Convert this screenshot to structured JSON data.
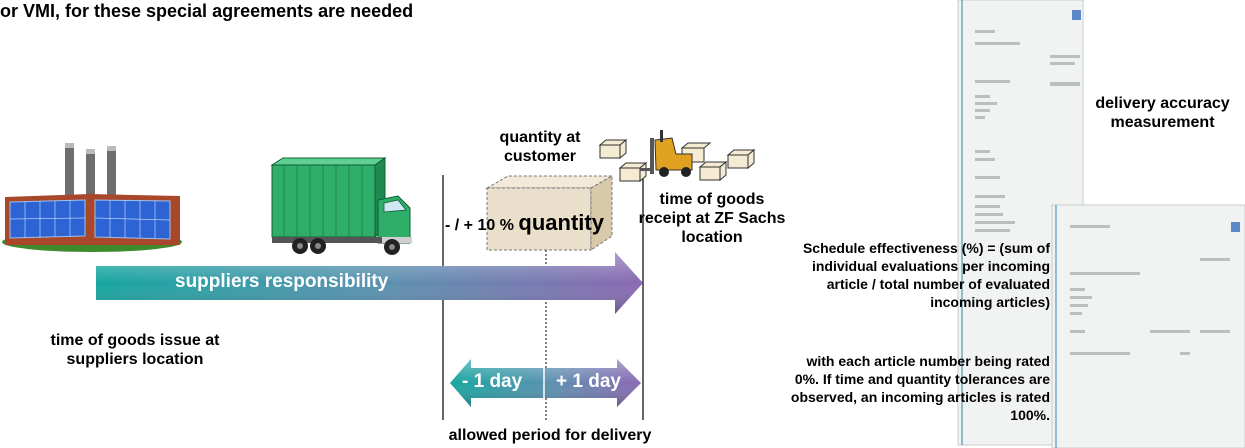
{
  "heading": "or VMI, for these special agreements are needed",
  "labels": {
    "quantity_at_customer": "quantity at customer",
    "time_goods_receipt": "time of goods receipt at ZF Sachs location",
    "time_goods_issue": "time of goods issue at suppliers location",
    "allowed_period": "allowed period for delivery",
    "delivery_accuracy": "delivery accuracy measurement"
  },
  "tolerance": {
    "prefix": "- / +",
    "percent": "10 %",
    "word": "quantity"
  },
  "arrows": {
    "responsibility": "suppliers responsibility",
    "minus_day": "- 1 day",
    "plus_day": "+ 1 day"
  },
  "formula": "Schedule effectiveness (%) = (sum of individual evaluations per incoming article / total number of evaluated incoming articles)",
  "rating": "with each article number being rated 0%. If time and quantity tolerances are observed, an incoming articles is rated 100%.",
  "colors": {
    "arrow_start": "#1aa3a0",
    "arrow_end": "#8a6bb0",
    "truck_green": "#2fae6a",
    "factory_brick": "#a34a2a",
    "factory_glass": "#2a5fd0",
    "box": "#e8dcc4"
  }
}
